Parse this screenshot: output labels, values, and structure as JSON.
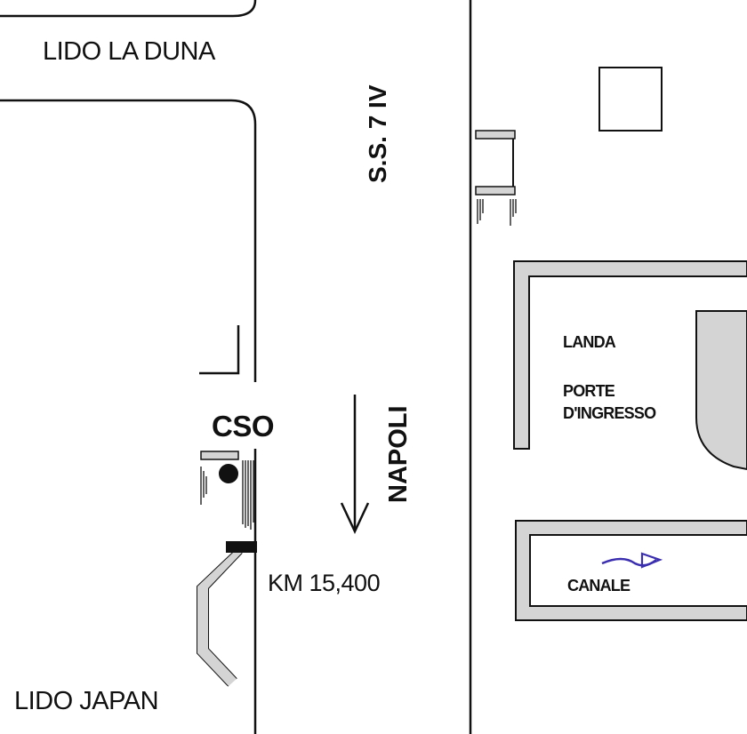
{
  "labels": {
    "lido_la_duna": "LIDO LA DUNA",
    "lido_japan": "LIDO JAPAN",
    "road": "S.S. 7 IV",
    "direction": "NAPOLI",
    "cso": "CSO",
    "km": "KM 15,400",
    "landa": "LANDA",
    "porte": "PORTE",
    "ingresso": "D'INGRESSO",
    "canale": "CANALE"
  },
  "icons": {
    "direction_arrow": "arrow-down-icon",
    "flow_arrow": "flow-arrow-icon",
    "cso_marker": "filled-circle-icon"
  },
  "colors": {
    "ink": "#111111",
    "fill": "#d4d4d4",
    "flow": "#3b2fb0"
  }
}
